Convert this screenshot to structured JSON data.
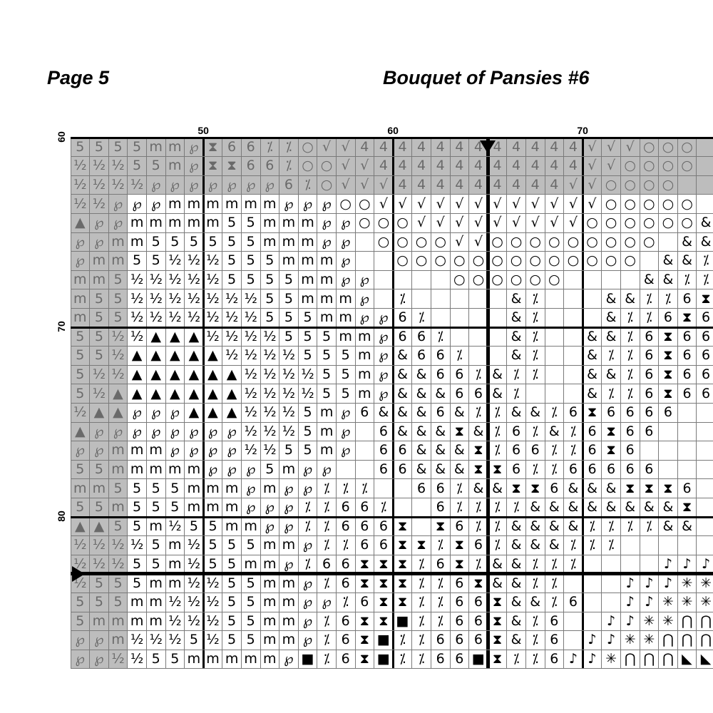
{
  "header": {
    "page_label": "Page 5",
    "chart_title": "Bouquet of Pansies #6"
  },
  "axes": {
    "column_labels": [
      {
        "text": "50",
        "col_index": 7
      },
      {
        "text": "60",
        "col_index": 17
      },
      {
        "text": "70",
        "col_index": 27
      }
    ],
    "row_labels": [
      {
        "text": "60",
        "row_index": 0
      },
      {
        "text": "70",
        "row_index": 10
      },
      {
        "text": "80",
        "row_index": 20
      }
    ]
  },
  "grid": {
    "columns": 34,
    "rows": 28,
    "first_column_number": 43,
    "first_row_number": 60,
    "center_column_index": 22,
    "center_row_index": 23,
    "shaded_left_columns": 3,
    "shaded_top_rows": 3,
    "colors": {
      "shade": "#bdbdbd",
      "shade_symbol": "#6a6a6a",
      "grid_line": "#7a7a7a",
      "major_line": "#000000",
      "background": "#ffffff"
    },
    "symbols": {
      "5": "5",
      "m": "m",
      "h": "½",
      "p": "℘",
      "T": "▲",
      "X": "⧗",
      "6": "6",
      "%": "⁒",
      "o": "○",
      "v": "√",
      "4": "4",
      "&": "&",
      "B": "■",
      "n": "♪",
      "*": "✳",
      "A": "⋂",
      "D": "◣"
    },
    "rows_data": [
      "5555mmpX66%%ovv444444444444vvvooo",
      "hhh55mpXX66%oovv44444444444vvoooo ",
      "hhhhppppppp6%ovvv444444444vvoooo  ",
      "hhpppmmmmmmpppoovvvvvvvvvvvvooooo &",
      "Tppmmmmm55mmmppooovvvvvvvvvoooooo&&",
      "ppmm555555mmmpp oooovvooooooooo &&%",
      "pmm55hhh555mmmp  ooooooooooooo &&%%",
      "mm5hhhhh5555mmpp    oooooo    &&%%6",
      "m55hhhhhhh55mmmp %     &%   &&%%6X",
      "m55hhhhhhh555mmpp6%    &%   &%%6X6",
      "55hhTTThhhh555mmp66%   &%  &&%6X66",
      "55hTTTTThhhh555mp&66%  &%  &%%6X66",
      "5hhTTTTTThhhh55mp&&66%&%%  &&%6X666",
      "5hTTTTTTThhhh55mp&&&66&%   &%%6X66%",
      "hTTpppTTThhh5mp6&&&6&%%&&%6X6666",
      "Tpppppppphhh5mp 6&&&X&%6%&%6X66",
      "ppmmmpppphh55mp 66&&&X%66%%6X6",
      "55mmmmmppp5mpp  66&&&XX6%%66666",
      "mm5555mmmpmpp%%%  66%&&XX6&&&XXX6",
      "55m555mmmppp%%66%  6%%%%&&&&&&&&X",
      "TT55mh55mmpp%%666X X6%%&&&&%%%%&&",
      "hhhh5mh555mmp%%66XX%X6%&&&%%%",
      "hhh55mh55mmp%66XXX%6X%&&%%%    nnn",
      "h555mmhh55mmp%6XXX%%6X&&%%   nnn***",
      "555mmhhh55mmpp%6XX%%66X&&%6  nn****",
      "5mmmmhhh55mmp%6XXB%%66X&%6  nn**AAA",
      "ppmhhh5h55mmp%6XB%%666X&%6 nn**AAAA",
      "pphh55mmmmmpB%6XB%%66BX%%6nn*AAADDD"
    ]
  }
}
